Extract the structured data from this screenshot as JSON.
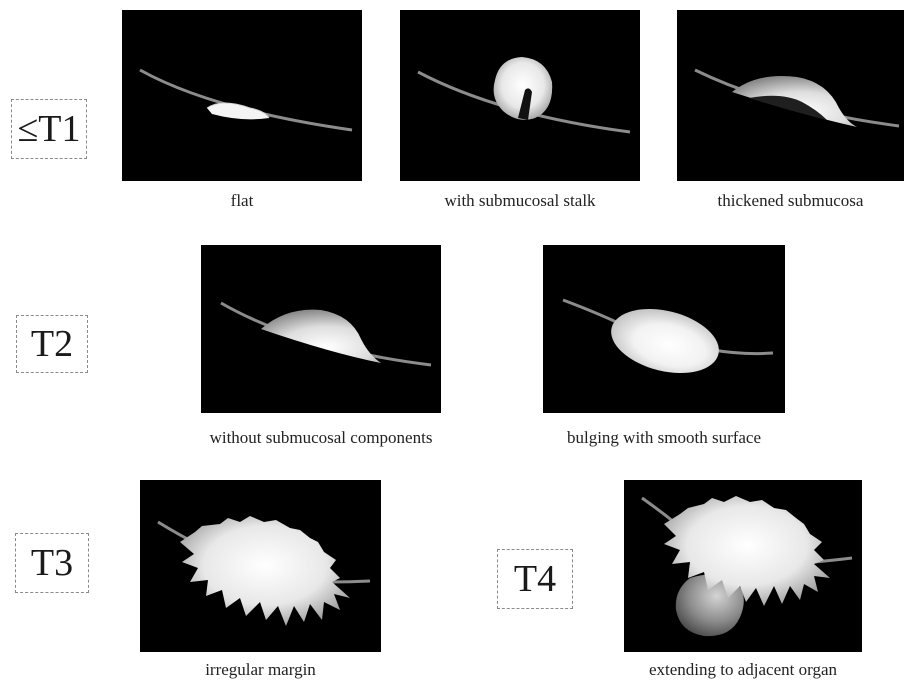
{
  "stages": {
    "t1": "≤T1",
    "t2": "T2",
    "t3": "T3",
    "t4": "T4"
  },
  "captions": {
    "flat": "flat",
    "stalk": "with submucosal stalk",
    "thickened": "thickened submucosa",
    "without": "without submucosal components",
    "bulging": "bulging with smooth surface",
    "irregular": "irregular margin",
    "extending": "extending to adjacent organ"
  },
  "colors": {
    "panel": "#000000",
    "wall": "#8c8c8c",
    "tumor": "#ffffff",
    "submucosa": "#2a2a2a",
    "organ": "#9a9a9a"
  }
}
